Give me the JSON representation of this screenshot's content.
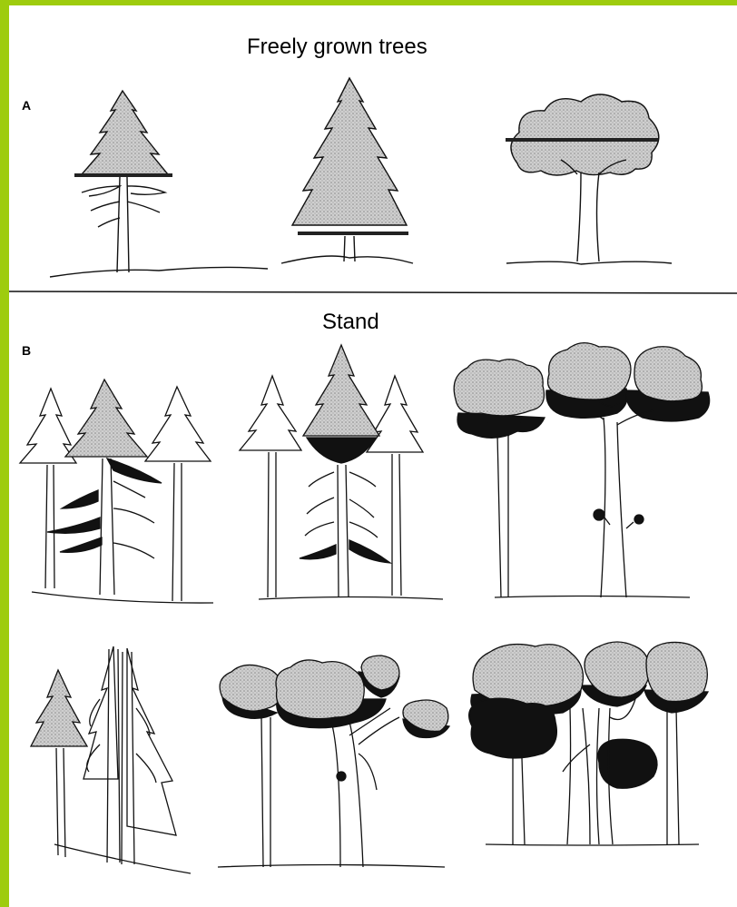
{
  "figure": {
    "title_a": "Freely grown trees",
    "title_b": "Stand",
    "panel_a_letter": "A",
    "panel_b_letter": "B"
  },
  "colors": {
    "left_bar": "#9ecc0e",
    "top_bar": "#9ecc0e",
    "light_crown": "#b8b8b8",
    "dark_crown": "#111111",
    "line": "#111111"
  }
}
